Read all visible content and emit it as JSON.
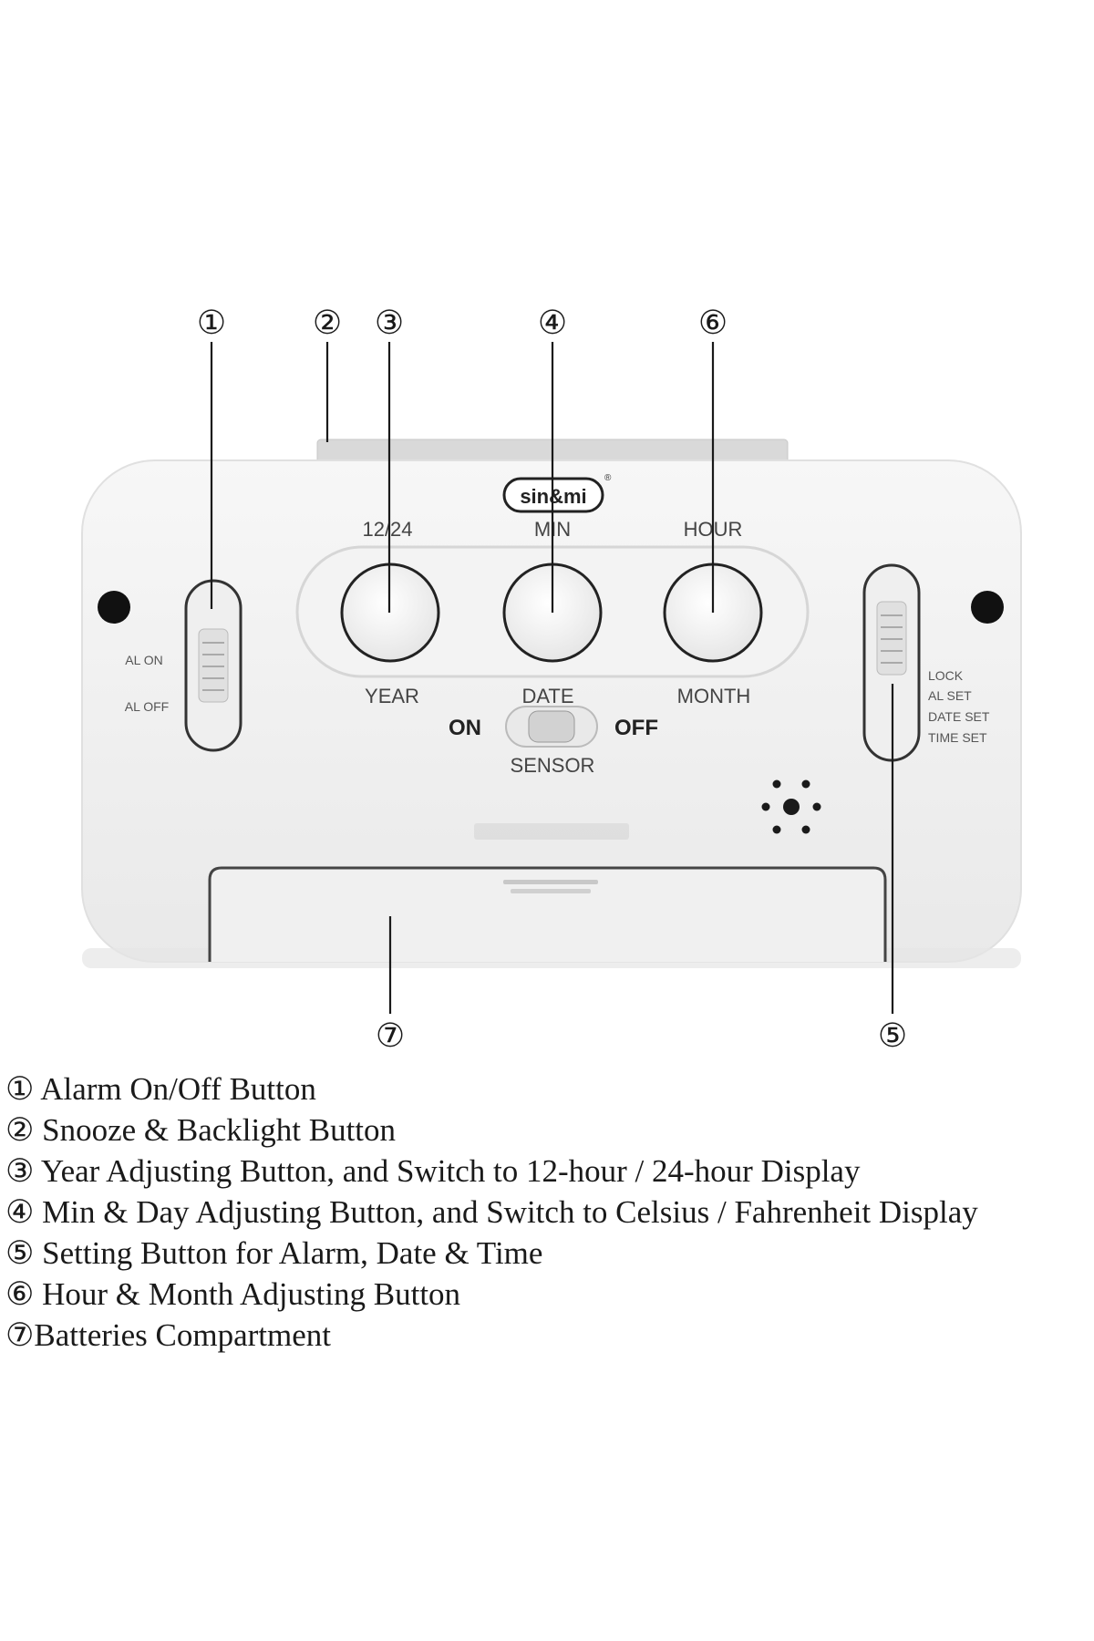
{
  "logo": "sin&mi",
  "callouts": [
    "①",
    "②",
    "③",
    "④",
    "⑥",
    "⑦",
    "⑤"
  ],
  "buttons": {
    "top_labels": [
      "12/24",
      "MIN",
      "HOUR"
    ],
    "bottom_labels": [
      "YEAR",
      "DATE",
      "MONTH"
    ]
  },
  "alarm_switch": {
    "on_label": "AL ON",
    "off_label": "AL OFF"
  },
  "sensor": {
    "on": "ON",
    "off": "OFF",
    "label": "SENSOR"
  },
  "set_switch": {
    "positions": [
      "LOCK",
      "AL SET",
      "DATE SET",
      "TIME SET"
    ]
  },
  "legend": [
    "① Alarm On/Off Button",
    "② Snooze & Backlight Button",
    "③ Year Adjusting Button, and Switch to 12-hour / 24-hour Display",
    "④ Min & Day Adjusting Button, and Switch to Celsius / Fahrenheit Display",
    "⑤ Setting Button for Alarm, Date & Time",
    "⑥ Hour & Month Adjusting Button",
    "⑦Batteries Compartment"
  ],
  "colors": {
    "body": "#f2f2f2",
    "outline": "#3a3a3a",
    "shadow": "#dcdcdc"
  }
}
